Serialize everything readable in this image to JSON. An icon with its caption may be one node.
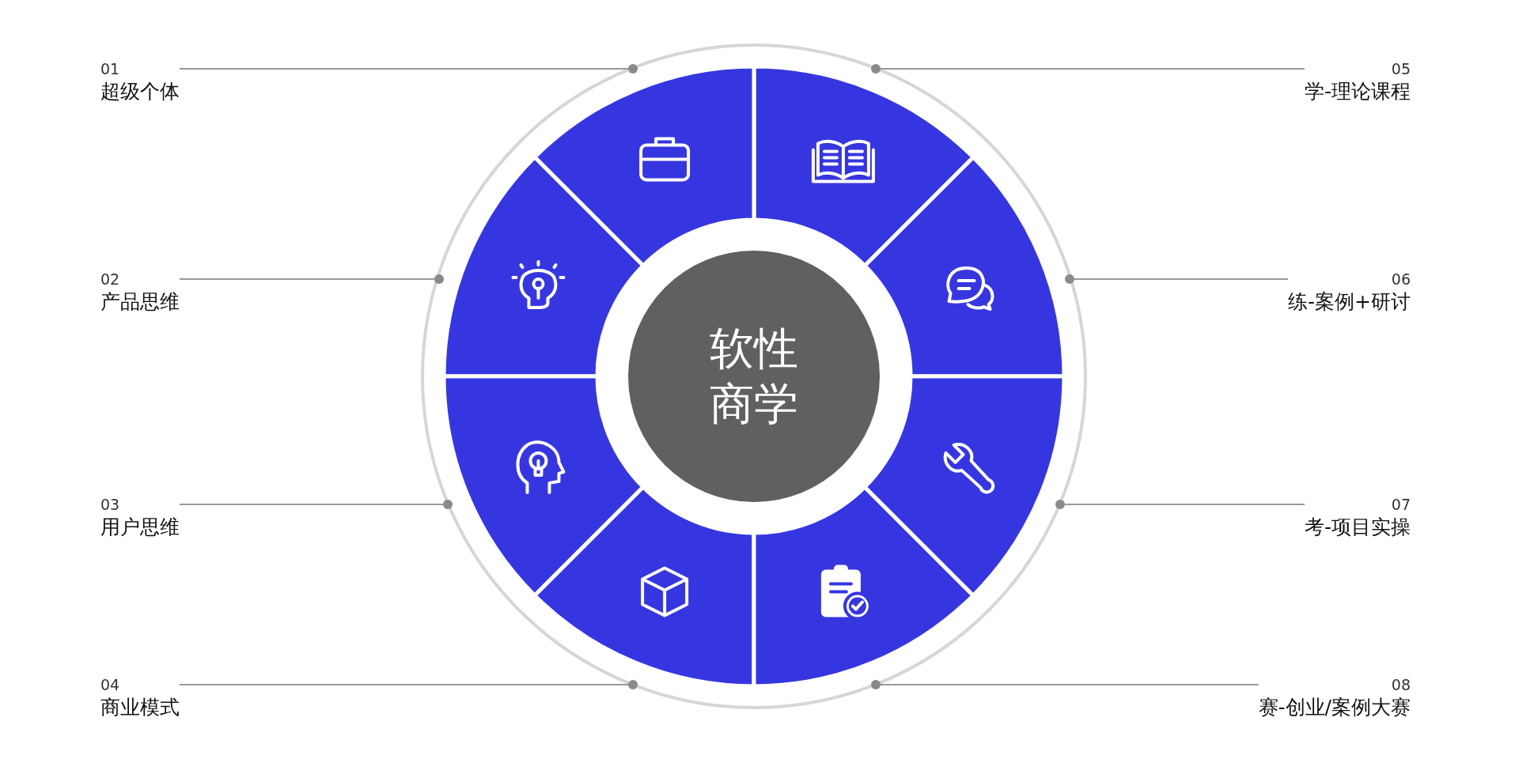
{
  "diagram": {
    "nodes": [
      {
        "text": [
          "软性商学"
        ]
      },
      {
        "text": [
          "01",
          "超级个体"
        ]
      },
      {
        "text": [
          "02",
          "产品思维"
        ]
      },
      {
        "text": [
          "03",
          "用户思维"
        ]
      },
      {
        "text": [
          "04",
          "商业模式"
        ]
      },
      {
        "text": [
          "05",
          "学-理论课程"
        ]
      },
      {
        "text": [
          "06",
          "练-案例+研讨"
        ]
      },
      {
        "text": [
          "07",
          "考-项目实操"
        ]
      },
      {
        "text": [
          "08",
          "赛-创业/案例大赛"
        ]
      },
      {
        "text": [],
        "shape": "circle"
      },
      {
        "text": [],
        "shape": "circle"
      },
      {
        "text": [],
        "shape": "circle"
      },
      {
        "text": [],
        "shape": "circle"
      },
      {
        "text": [],
        "shape": "circle"
      },
      {
        "text": [],
        "shape": "circle"
      },
      {
        "text": [],
        "shape": "circle"
      },
      {
        "text": [],
        "shape": "circle"
      }
    ],
    "edges": [
      {
        "from": 1,
        "to": 9,
        "arrow": "none"
      },
      {
        "from": 2,
        "to": 10,
        "arrow": "none"
      },
      {
        "from": 3,
        "to": 11,
        "arrow": "none"
      },
      {
        "from": 4,
        "to": 12,
        "arrow": "none"
      },
      {
        "from": 5,
        "to": 13,
        "arrow": "none"
      },
      {
        "from": 6,
        "to": 14,
        "arrow": "none"
      },
      {
        "from": 7,
        "to": 15,
        "arrow": "none"
      },
      {
        "from": 8,
        "to": 16,
        "arrow": "none"
      }
    ]
  }
}
